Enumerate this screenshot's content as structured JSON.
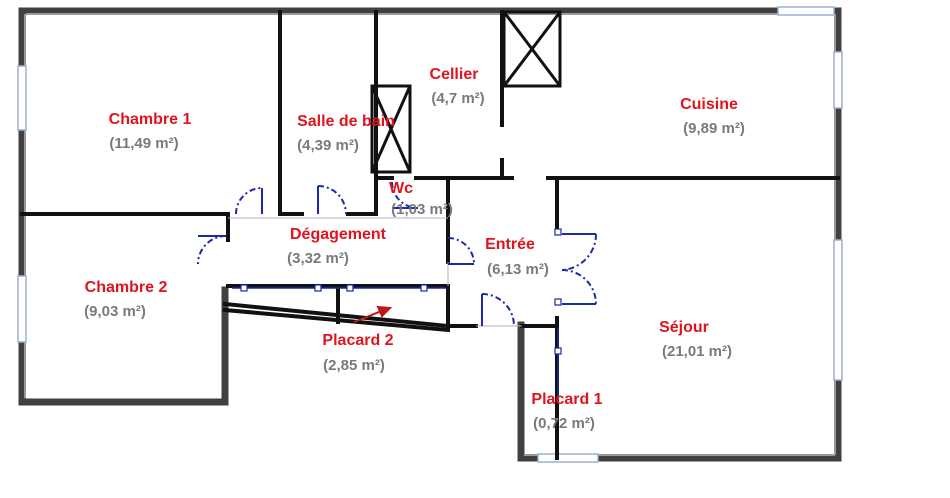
{
  "rooms": [
    {
      "name": "Chambre 1",
      "area": "(11,49 m²)"
    },
    {
      "name": "Salle de bain",
      "area": "(4,39 m²)"
    },
    {
      "name": "Cellier",
      "area": "(4,7 m²)"
    },
    {
      "name": "Cuisine",
      "area": "(9,89 m²)"
    },
    {
      "name": "Wc",
      "area": "(1,03 m²)"
    },
    {
      "name": "Dégagement",
      "area": "(3,32 m²)"
    },
    {
      "name": "Entrée",
      "area": "(6,13 m²)"
    },
    {
      "name": "Chambre 2",
      "area": "(9,03 m²)"
    },
    {
      "name": "Placard 2",
      "area": "(2,85 m²)"
    },
    {
      "name": "Séjour",
      "area": "(21,01 m²)"
    },
    {
      "name": "Placard 1",
      "area": "(0,72 m²)"
    }
  ],
  "colors": {
    "room_name": "#e0141e",
    "room_area": "#7a7a7a",
    "wall": "#111111",
    "door": "#1a2aa8"
  }
}
